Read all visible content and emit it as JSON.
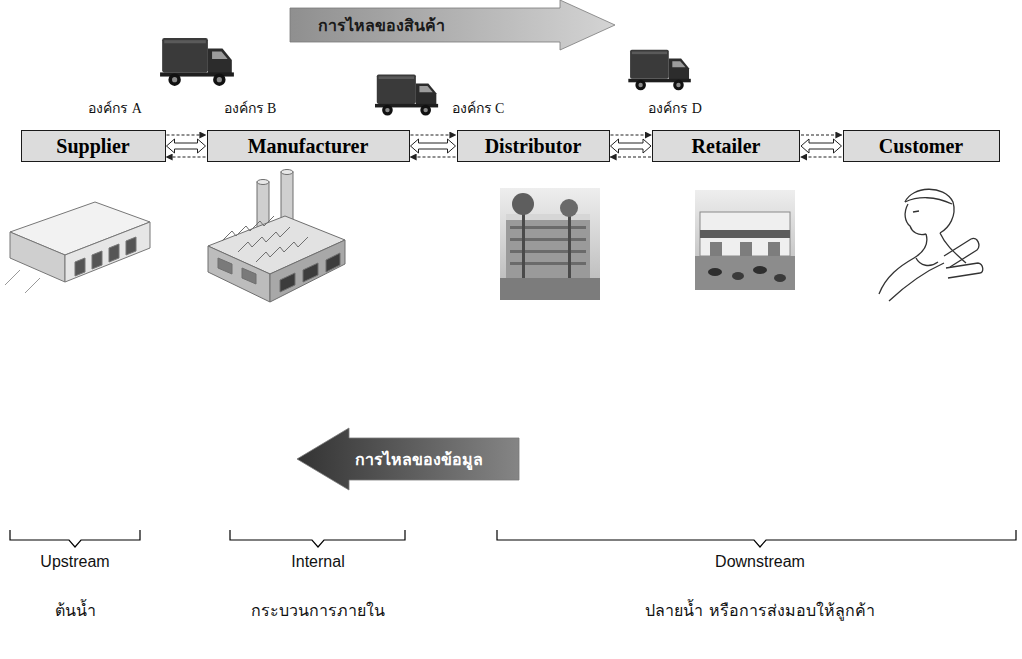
{
  "diagram": {
    "nodes": [
      {
        "text": [
          "การไหลของสินค้า"
        ]
      },
      {
        "text": [
          "Supplier"
        ]
      },
      {
        "text": [
          "Manufacturer"
        ]
      },
      {
        "text": [
          "Distributor"
        ]
      },
      {
        "text": [
          "Retailer"
        ]
      },
      {
        "text": [
          "Customer"
        ]
      },
      {
        "text": [
          "การไหลของข้อมูล"
        ]
      }
    ],
    "edges": [
      {
        "from": 1,
        "to": 2,
        "arrow": "both"
      },
      {
        "from": 1,
        "to": 2,
        "arrow": "to"
      },
      {
        "from": 2,
        "to": 1,
        "arrow": "to"
      },
      {
        "from": 2,
        "to": 3,
        "arrow": "both"
      },
      {
        "from": 2,
        "to": 3,
        "arrow": "to"
      },
      {
        "from": 3,
        "to": 2,
        "arrow": "to"
      },
      {
        "from": 3,
        "to": 4,
        "arrow": "both"
      },
      {
        "from": 3,
        "to": 4,
        "arrow": "to"
      },
      {
        "from": 4,
        "to": 3,
        "arrow": "to"
      },
      {
        "from": 4,
        "to": 5,
        "arrow": "both"
      },
      {
        "from": 4,
        "to": 5,
        "arrow": "to"
      },
      {
        "from": 5,
        "to": 4,
        "arrow": "to"
      }
    ],
    "labels": [
      "องค์กร A",
      "องค์กร B",
      "องค์กร C",
      "องค์กร D",
      "Upstream",
      "ต้นน้ำ",
      "Internal",
      "กระบวนการภายใน",
      "Downstream",
      "ปลายน้ำ หรือการส่งมอบให้ลูกค้า"
    ]
  }
}
